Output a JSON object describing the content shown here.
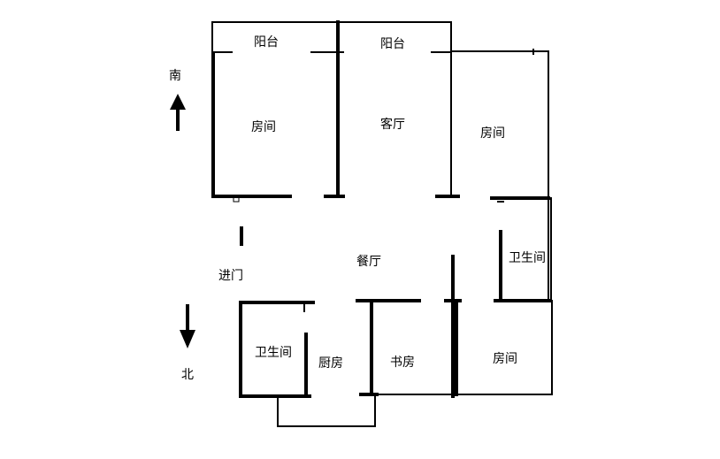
{
  "labels": {
    "balcony_left": "阳台",
    "balcony_right": "阳台",
    "room_left": "房间",
    "living_room": "客厅",
    "room_right": "房间",
    "bathroom_right": "卫生间",
    "dining_room": "餐厅",
    "entrance": "进门",
    "bathroom_bottom": "卫生间",
    "kitchen": "厨房",
    "study": "书房",
    "room_bottom": "房间"
  },
  "compass": {
    "south": "南",
    "north": "北"
  },
  "colors": {
    "line": "#000000",
    "background": "#ffffff"
  }
}
